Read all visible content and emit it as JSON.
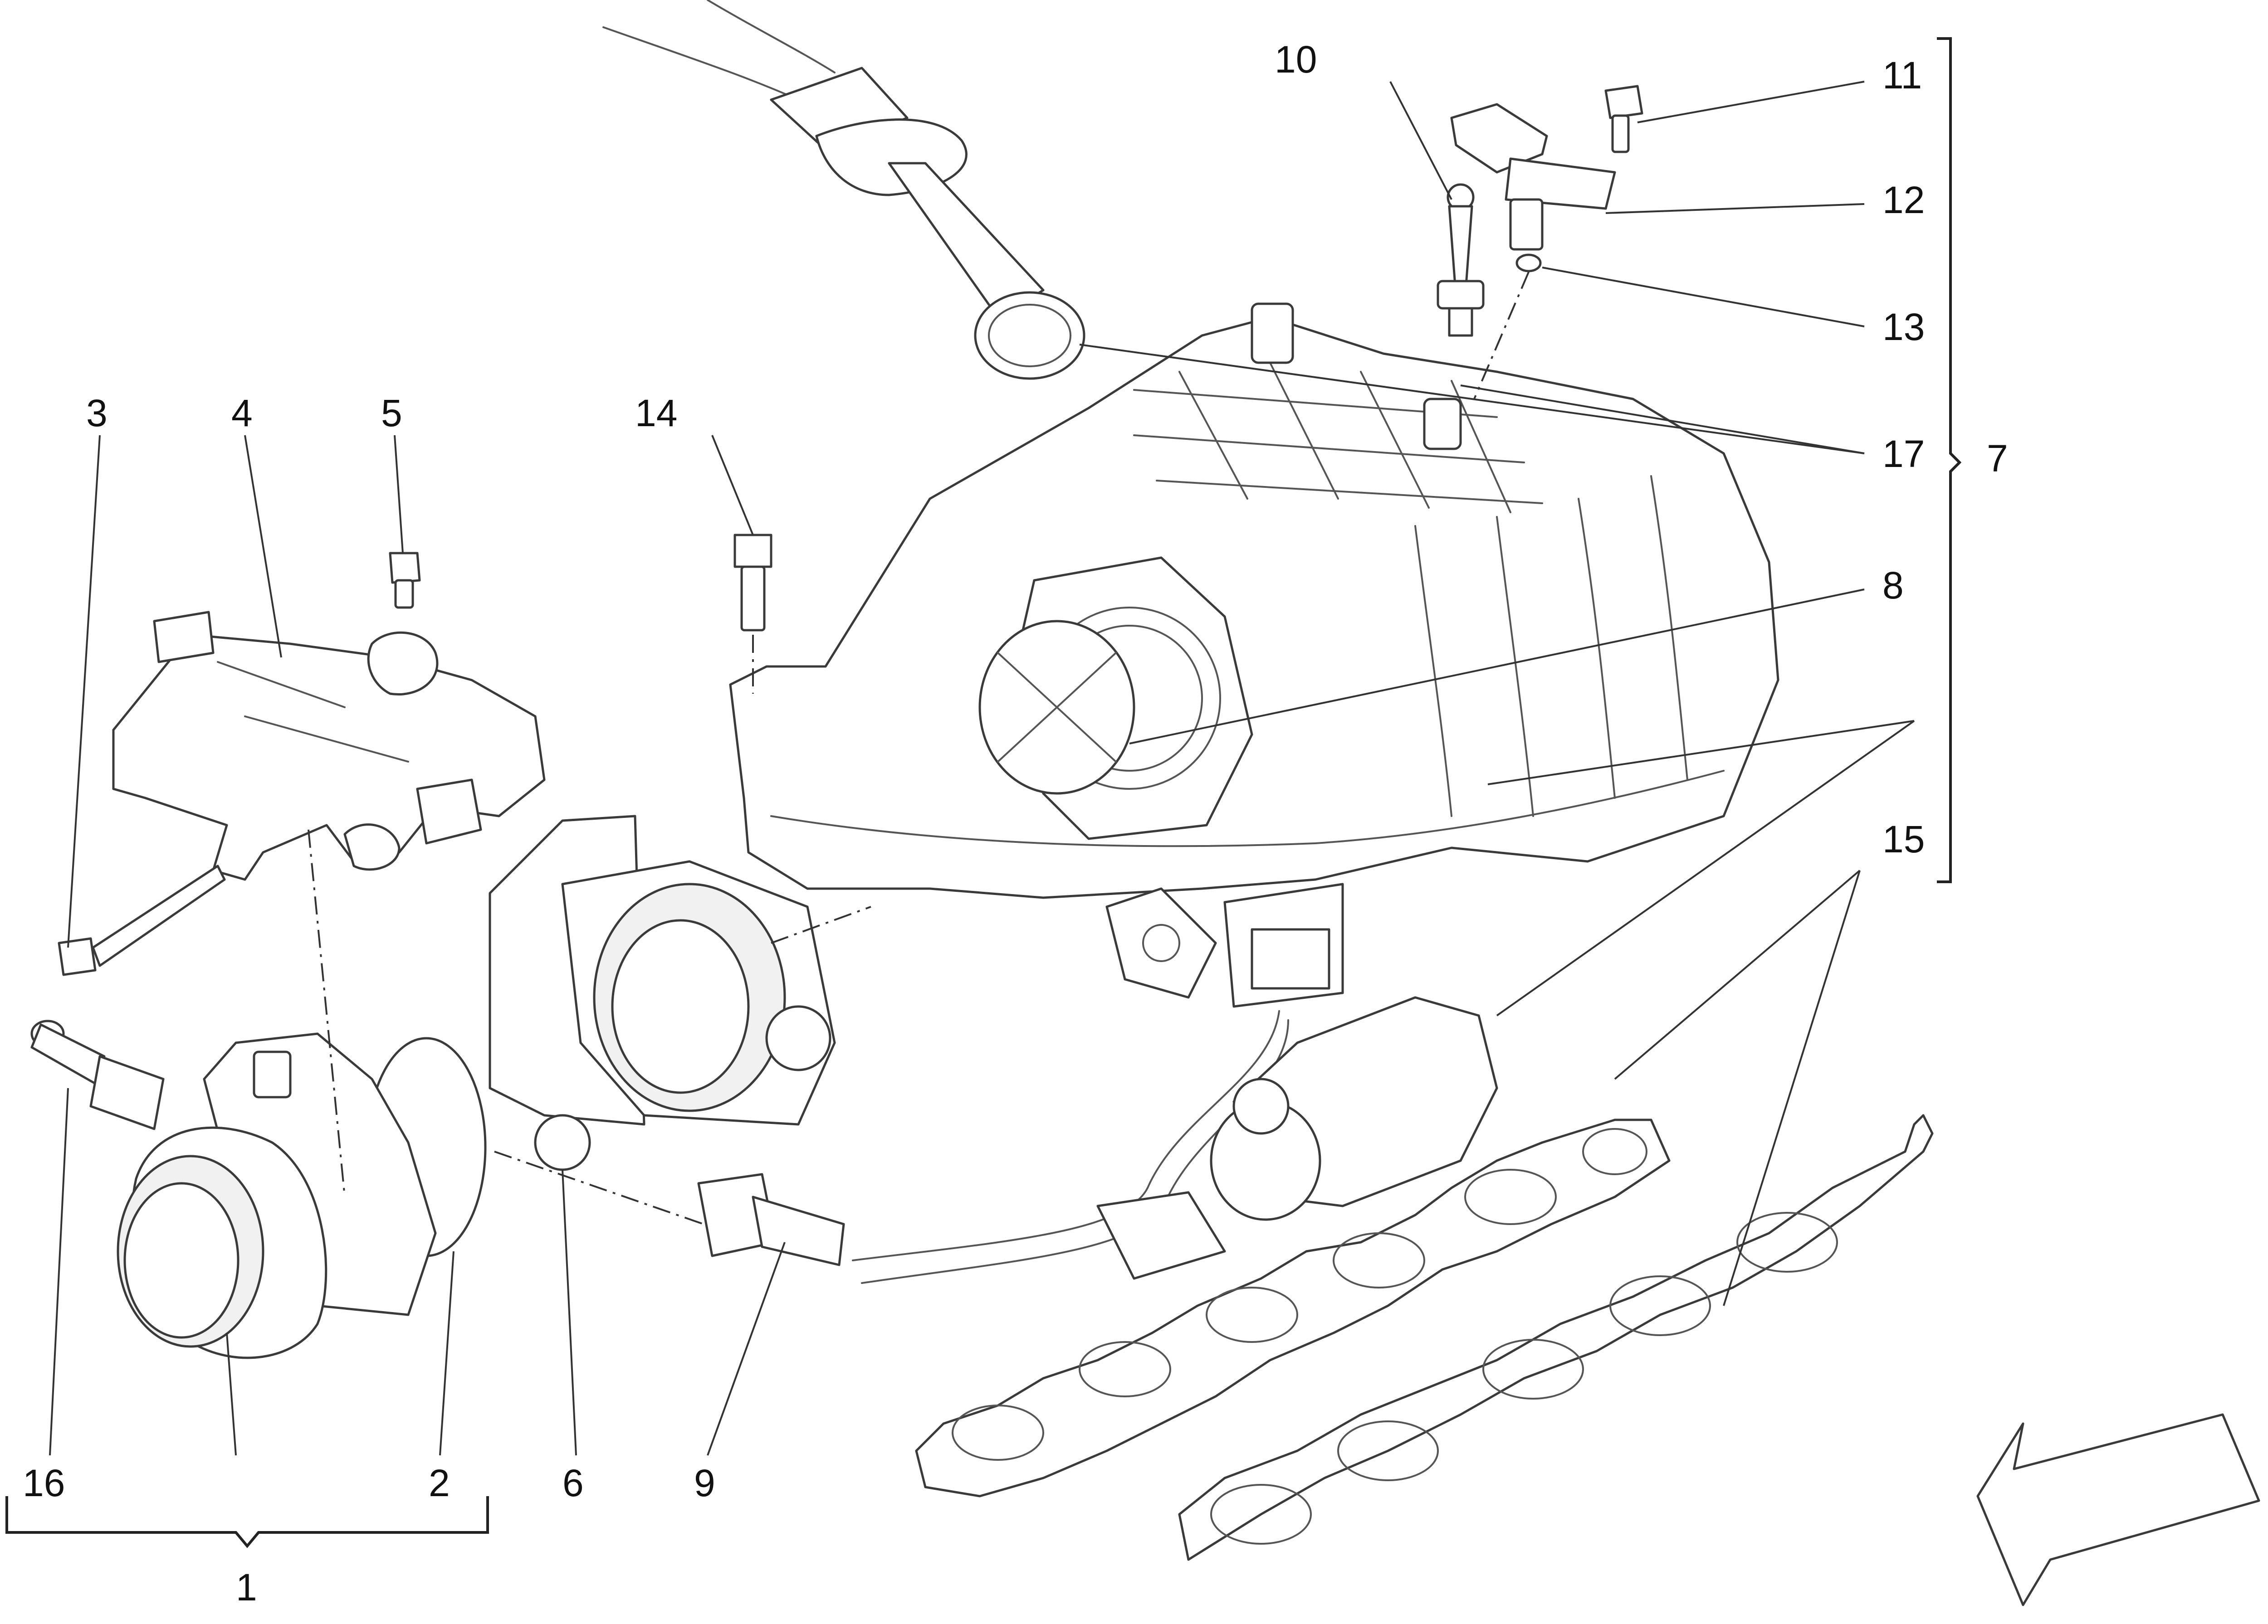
{
  "callouts": {
    "c1": "1",
    "c2": "2",
    "c3": "3",
    "c4": "4",
    "c5": "5",
    "c6": "6",
    "c7": "7",
    "c8": "8",
    "c9": "9",
    "c10": "10",
    "c11": "11",
    "c12": "12",
    "c13": "13",
    "c14": "14",
    "c15a": "15",
    "c16": "16",
    "c17": "17"
  },
  "icons": {
    "direction": "arrow-icon"
  },
  "colors": {
    "line": "#3a3a3a",
    "background": "#ffffff",
    "text": "#111111"
  }
}
